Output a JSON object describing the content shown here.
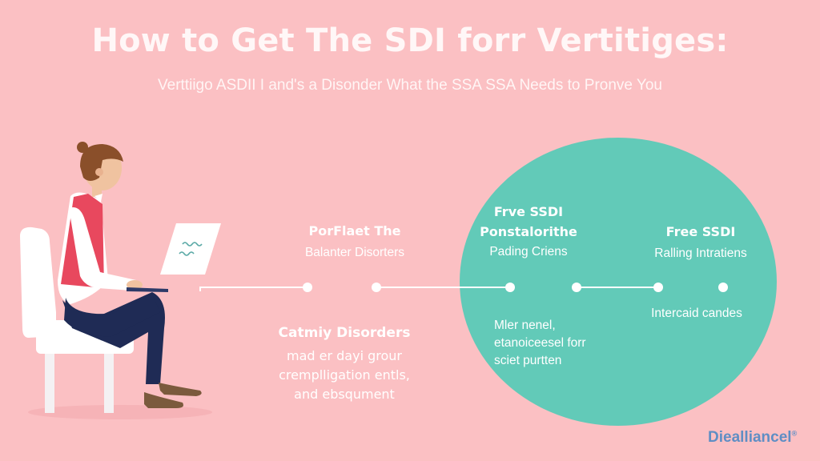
{
  "header": {
    "title": "How to Get The SDI forr Vertitiges:",
    "subtitle": "Verttiigo ASDII I and's a Disonder What the SSA SSA Needs to Pronve You"
  },
  "colors": {
    "background": "#fbc0c3",
    "circle": "#62cab8",
    "text": "#ffffff",
    "vest": "#e8485e",
    "pants": "#1f2b55",
    "logo": "#5f8ec4"
  },
  "illustration": {
    "subject": "woman seated on white chair holding tablet",
    "document_icon": "document-with-wavy-lines"
  },
  "timeline": {
    "dots": 6,
    "items": [
      {
        "heading": "PorFlaet The",
        "text": "Balanter Disorters"
      },
      {
        "heading_line1": "Frve SSDI",
        "heading_line2": "Ponstalorithe",
        "text": "Pading Criens"
      },
      {
        "heading": "Free SSDI",
        "text": "Ralling Intratiens"
      }
    ],
    "below": [
      {
        "heading": "Catmiy Disorders",
        "lines": [
          "mad er dayi grour",
          "cremplligation entls,",
          "and ebsqument"
        ]
      },
      {
        "lines": [
          "Mler nenel,",
          "etanoiceesel forr",
          "sciet purtten"
        ]
      },
      {
        "lines": [
          "Intercaid candes"
        ]
      }
    ]
  },
  "brand": {
    "logo_text": "Diealliancel",
    "logo_mark": "®"
  }
}
